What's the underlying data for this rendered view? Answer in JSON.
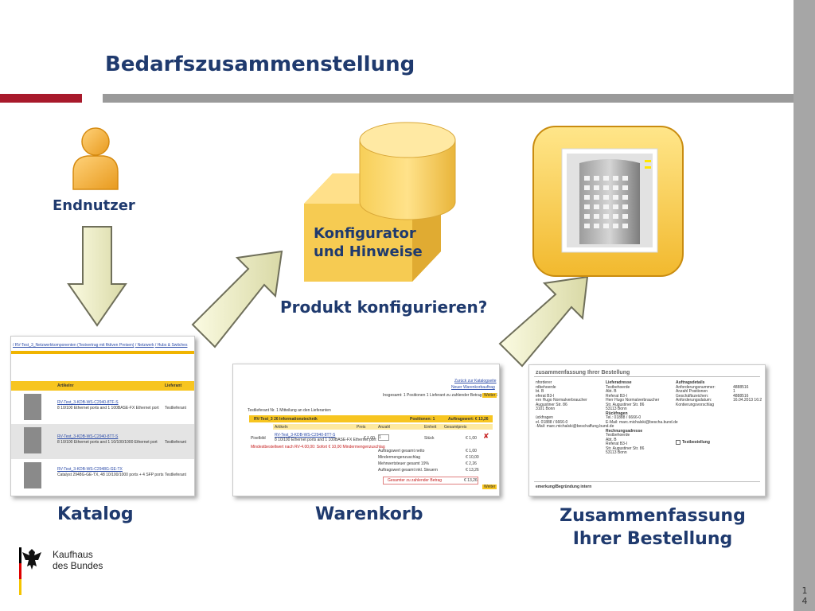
{
  "title": "Bedarfszusammenstellung",
  "user": {
    "label": "Endnutzer",
    "icon": "user-icon"
  },
  "configurator": {
    "line1": "Konfigurator",
    "line2": "und Hinweise",
    "icon": "database-icon"
  },
  "question": "Produkt konfigurieren?",
  "building_icon": "building-icon",
  "catalog": {
    "caption": "Katalog",
    "breadcrumb": [
      "/ RV-Test_3_Netzwerkkomponenten (Testvertrag mit fiktiven Preisen)",
      "/ Netzwerk",
      "/ Hubs & Switches"
    ],
    "headers": [
      "Artikelnr",
      "Lieferant"
    ],
    "rows": [
      {
        "id": "RV-Test_3-KDB-WS-C2940-8TF-S",
        "desc": "8 10/100 Ethernet ports and 1 100BASE-FX Ethernet port",
        "supplier": "Testlieferant"
      },
      {
        "id": "RV-Test_3-KDB-WS-C2940-8TT-S",
        "desc": "8 10/100 Ethernet ports and 1 10/100/1000 Ethernet port",
        "supplier": "Testlieferant"
      },
      {
        "id": "RV-Test_3-KDB-WS-C2948G-GE-TX",
        "desc": "Catalyst 2948G-GE-TX, 48 10/100/1000 ports + 4 SFP ports",
        "supplier": "Testlieferant"
      }
    ]
  },
  "cart": {
    "caption": "Warenkorb",
    "top_links": [
      "Zurück zur Katalogseite",
      "Neuer Warenkorbauftrag"
    ],
    "summary": "Insgesamt: 1 Positionen  1 Lieferant  zu zahlender Betrag: € 13,26",
    "weiter": "Weiter",
    "supplier_line": "Testlieferant Nr. 1   Mitteilung an den Lieferanten",
    "group_header": "RV-Test_3 26 Informationstechnik",
    "group_positions": "Positionen: 1",
    "group_value": "Auftragswert: € 13,26",
    "columns": [
      "Artikeln",
      "Preis",
      "Anzahl",
      "Einheit",
      "Gesamtpreis"
    ],
    "item_name": "RV-Test_3-KDB-WS-C2940-8TT-S",
    "item_desc": "8 10/100 Ethernet ports and 1 100BASE-FX Ethernet port",
    "item_type": "Pixelbild",
    "item_price": "€ 1,00",
    "item_qty": "1",
    "item_unit": "Stück",
    "item_total": "€ 1,00",
    "warning": "Mindestbestellwert nach RV-4.00,00: Sofort € 10,00 Mindermengenzuschlag",
    "totals": [
      [
        "Auftragswert gesamt netto",
        "€ 1,00"
      ],
      [
        "Mindermengenzuschlag",
        "€ 10,00"
      ],
      [
        "Mehrwertsteuer gesamt 19%",
        "€ 2,26"
      ],
      [
        "Auftragswert gesamt inkl. Steuern",
        "€ 13,26"
      ]
    ],
    "pay_label": "Gesamter zu zahlender Betrag",
    "pay_value": "€ 13,26"
  },
  "summary_doc": {
    "caption_line1": "Zusammenfassung",
    "caption_line2": "Ihrer Bestellung",
    "heading": "zusammenfassung Ihrer Bestellung",
    "col1": [
      "nforderer",
      "rdbehoerde",
      "bt. B",
      "eferat B3-I",
      "ern Hugo Normalverbraucher",
      "Augustiner Str. 86",
      "3101 Bonn",
      "",
      "ückfragen",
      "el. 01888 / 6666-0",
      "-Mail: marc.michalski@beschaffung.bund.de"
    ],
    "col2": [
      "Lieferadresse",
      "Testbehoerde",
      "Abt. B",
      "Referat B3-I",
      "Herr Hugo Normalverbraucher",
      "Str. Augustiner Str. 86",
      "53113 Bonn",
      "Rückfragen",
      "Tel.: 01888 / 6666-0",
      "E-Mail: marc.michalski@bescha.bund.de",
      "",
      "Rechnungsadresse",
      "Testbehoerde",
      "Abt. B",
      "Referat B3-I",
      "Str. Augustiner Str. 86",
      "53113 Bonn"
    ],
    "col3": [
      "Auftragsdetails",
      "Anforderungsnummer:",
      "Anzahl Positionen",
      "Geschäftszeichen:",
      "Anforderungsdatum:",
      "Kontierungsvorschlag"
    ],
    "col4": [
      "",
      "4888516",
      "1",
      "4888516",
      "16.04.2013 16:2",
      ""
    ],
    "checkbox_label": "Testbestellung",
    "footer": "emerkung/Begründung intern"
  },
  "logo": {
    "line1": "Kaufhaus",
    "line2": "des Bundes",
    "icon": "eagle-icon"
  },
  "page_number": [
    "1",
    "4"
  ]
}
